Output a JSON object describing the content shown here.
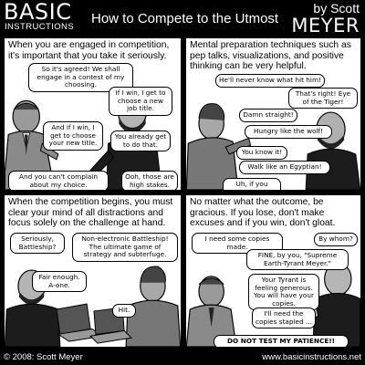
{
  "header": {
    "logo_main": "BASIC",
    "logo_sub": "INSTRUCTIONS",
    "title": "How to Compete to the Utmost",
    "byline_top": "by Scott",
    "byline_name": "MEYER"
  },
  "panels": [
    {
      "caption": "When you are engaged in competition, it's important that you take it seriously.",
      "bubbles": [
        "So it's agreed! We shall engage in a contest of my choosing.",
        "If I win, I get to choose a new job title.",
        "And if I win, I get to choose your new title.",
        "You already get to do that.",
        "And you can't complain about my choice.",
        "Ooh, those are high stakes."
      ]
    },
    {
      "caption": "Mental preparation techniques such as pep talks, visualizations, and positive thinking can be very helpful.",
      "bubbles": [
        "He'll never know what hit him!",
        "That's right! Eye of the Tiger!",
        "Damn straight!",
        "Hungry like the wolf!",
        "You know it!",
        "Walk like an Egyptian!",
        "Uh, if you must."
      ]
    },
    {
      "caption": "When the competition begins, you must clear your mind of all distractions and focus solely on the challenge at hand.",
      "bubbles": [
        "Seriously, Battleship?",
        "Non-electronic Battleship! The ultimate game of strategy and subterfuge.",
        "Fair enough. A-one.",
        "Hit."
      ]
    },
    {
      "caption": "No matter what the outcome, be gracious. If you lose, don't make excuses and if you win, don't gloat.",
      "bubbles": [
        "I need some copies made.",
        "By whom?",
        "FINE, by you, \"Supreme Earth-Tyrant Meyer.\"",
        "Your Tyrant is feeling generous. You will have your copies.",
        "I'll need the copies stapled ...",
        "DO NOT TEST MY PATIENCE!!"
      ]
    }
  ],
  "footer": {
    "copyright": "© 2008: Scott Meyer",
    "site": "www.basicinstructions.net"
  }
}
